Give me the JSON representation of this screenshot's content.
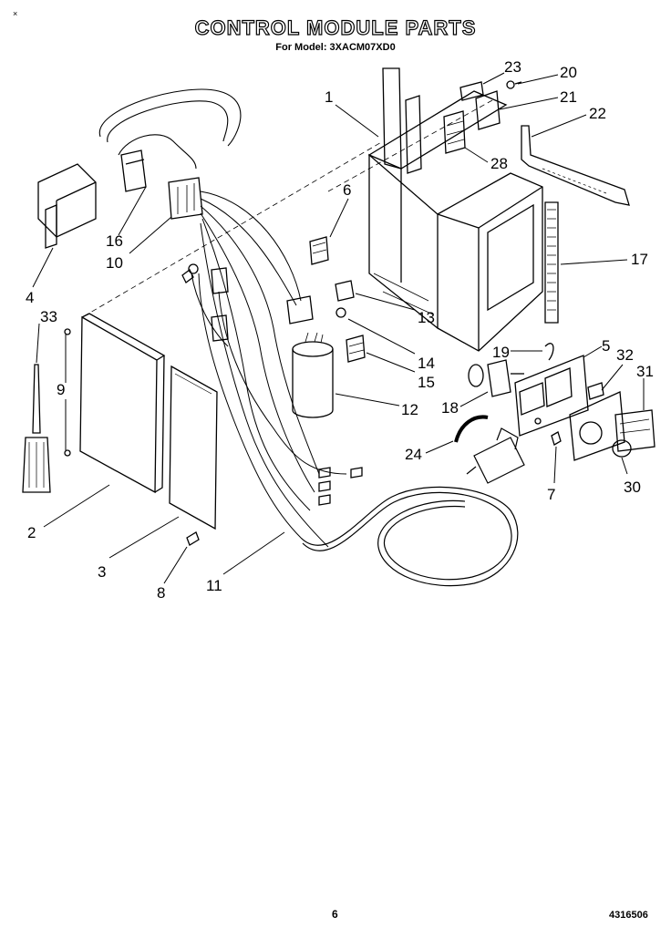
{
  "header": {
    "corner_mark": "×",
    "title": "CONTROL MODULE PARTS",
    "subtitle": "For Model: 3XACM07XD0"
  },
  "callouts": [
    {
      "id": "c1",
      "label": "1"
    },
    {
      "id": "c2",
      "label": "2"
    },
    {
      "id": "c3",
      "label": "3"
    },
    {
      "id": "c4",
      "label": "4"
    },
    {
      "id": "c5",
      "label": "5"
    },
    {
      "id": "c6",
      "label": "6"
    },
    {
      "id": "c7",
      "label": "7"
    },
    {
      "id": "c8",
      "label": "8"
    },
    {
      "id": "c9",
      "label": "9"
    },
    {
      "id": "c10",
      "label": "10"
    },
    {
      "id": "c11",
      "label": "11"
    },
    {
      "id": "c12",
      "label": "12"
    },
    {
      "id": "c13",
      "label": "13"
    },
    {
      "id": "c14",
      "label": "14"
    },
    {
      "id": "c15",
      "label": "15"
    },
    {
      "id": "c16",
      "label": "16"
    },
    {
      "id": "c17",
      "label": "17"
    },
    {
      "id": "c18",
      "label": "18"
    },
    {
      "id": "c19",
      "label": "19"
    },
    {
      "id": "c20",
      "label": "20"
    },
    {
      "id": "c21",
      "label": "21"
    },
    {
      "id": "c22",
      "label": "22"
    },
    {
      "id": "c23",
      "label": "23"
    },
    {
      "id": "c24",
      "label": "24"
    },
    {
      "id": "c28",
      "label": "28"
    },
    {
      "id": "c30",
      "label": "30"
    },
    {
      "id": "c31",
      "label": "31"
    },
    {
      "id": "c32",
      "label": "32"
    },
    {
      "id": "c33",
      "label": "33"
    }
  ],
  "footer": {
    "page_number": "6",
    "document_number": "4316506"
  }
}
